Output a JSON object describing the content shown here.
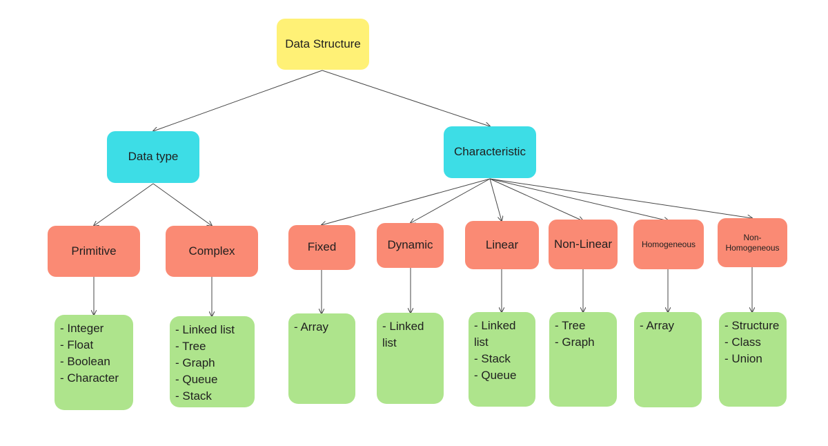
{
  "root": {
    "label": "Data Structure"
  },
  "branches": {
    "data_type": {
      "label": "Data type"
    },
    "characteristic": {
      "label": "Characteristic"
    }
  },
  "categories": [
    {
      "label": "Primitive",
      "items": [
        "- Integer",
        "- Float",
        "- Boolean",
        "- Character"
      ]
    },
    {
      "label": "Complex",
      "items": [
        "- Linked list",
        "- Tree",
        "- Graph",
        "- Queue",
        "- Stack"
      ]
    },
    {
      "label": "Fixed",
      "items": [
        "- Array"
      ]
    },
    {
      "label": "Dynamic",
      "items": [
        "- Linked",
        "list"
      ]
    },
    {
      "label": "Linear",
      "items": [
        "- Linked",
        "list",
        "- Stack",
        "- Queue"
      ]
    },
    {
      "label": "Non-Linear",
      "items": [
        "- Tree",
        "- Graph"
      ]
    },
    {
      "label": "Homogeneous",
      "items": [
        "- Array"
      ]
    },
    {
      "label": "Non-Homogeneous",
      "items": [
        "- Structure",
        "- Class",
        "- Union"
      ]
    }
  ],
  "colors": {
    "root": "#fff176",
    "branch": "#3ddde6",
    "category": "#fa8a74",
    "list": "#aee48c"
  }
}
